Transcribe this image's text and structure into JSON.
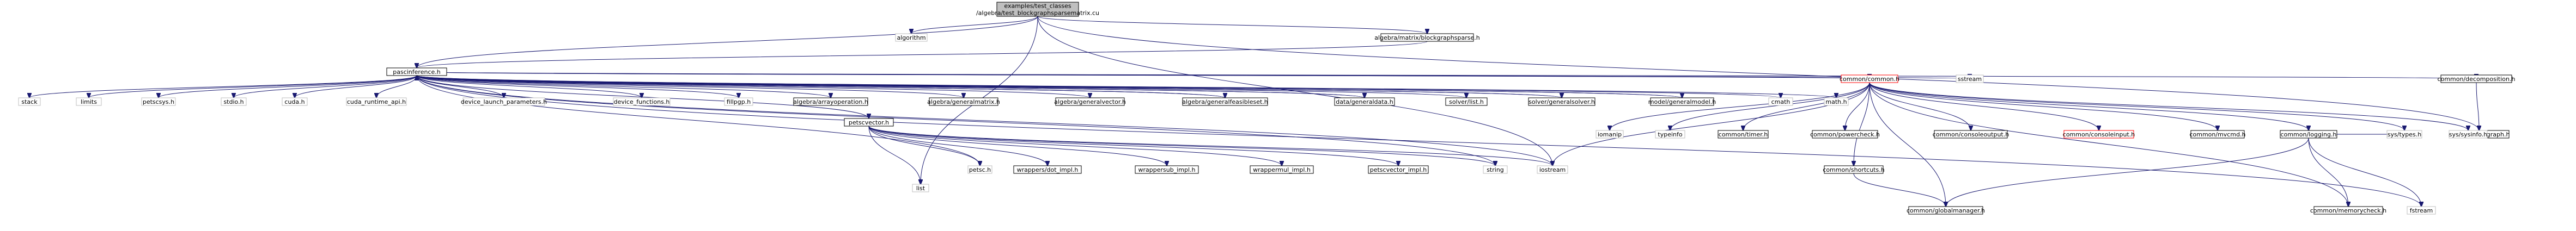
{
  "colors": {
    "edge": "#191970",
    "root_fill": "#bfbfbf",
    "missing_border": "#ff0000",
    "linked_border": "#000000",
    "plain_border": "#bfbfbf"
  },
  "graph": {
    "nodes": [
      {
        "id": "root",
        "lines": [
          "examples/test_classes",
          "/algebra/test_blockgraphsparsematrix.cu"
        ],
        "kind": "root"
      },
      {
        "id": "algorithm",
        "lines": [
          "algorithm"
        ],
        "kind": "plain"
      },
      {
        "id": "blockgraphsparse",
        "lines": [
          "algebra/matrix/blockgraphsparse.h"
        ],
        "kind": "linked"
      },
      {
        "id": "pascinference",
        "lines": [
          "pascinference.h"
        ],
        "kind": "linked"
      },
      {
        "id": "bgmgraph",
        "lines": [
          "algebra/bgmgraph.h"
        ],
        "kind": "linked"
      },
      {
        "id": "stack",
        "lines": [
          "stack"
        ],
        "kind": "plain"
      },
      {
        "id": "limits",
        "lines": [
          "limits"
        ],
        "kind": "plain"
      },
      {
        "id": "petscsys",
        "lines": [
          "petscsys.h"
        ],
        "kind": "plain"
      },
      {
        "id": "stdio",
        "lines": [
          "stdio.h"
        ],
        "kind": "plain"
      },
      {
        "id": "cuda",
        "lines": [
          "cuda.h"
        ],
        "kind": "plain"
      },
      {
        "id": "cuda_runtime_api",
        "lines": [
          "cuda_runtime_api.h"
        ],
        "kind": "plain"
      },
      {
        "id": "device_launch_parameters",
        "lines": [
          "device_launch_parameters.h"
        ],
        "kind": "plain"
      },
      {
        "id": "device_functions",
        "lines": [
          "device_functions.h"
        ],
        "kind": "plain"
      },
      {
        "id": "fillpgp",
        "lines": [
          "fillpgp.h"
        ],
        "kind": "plain"
      },
      {
        "id": "arrayoperation",
        "lines": [
          "algebra/arrayoperation.h"
        ],
        "kind": "linked"
      },
      {
        "id": "generalmatrix",
        "lines": [
          "algebra/generalmatrix.h"
        ],
        "kind": "linked"
      },
      {
        "id": "generalvector",
        "lines": [
          "algebra/generalvector.h"
        ],
        "kind": "linked"
      },
      {
        "id": "generalfeasibleset",
        "lines": [
          "algebra/generalfeasibleset.h"
        ],
        "kind": "linked"
      },
      {
        "id": "generaldata",
        "lines": [
          "data/generaldata.h"
        ],
        "kind": "linked"
      },
      {
        "id": "list_h",
        "lines": [
          "solver/list.h"
        ],
        "kind": "linked"
      },
      {
        "id": "generalsolver",
        "lines": [
          "solver/generalsolver.h"
        ],
        "kind": "linked"
      },
      {
        "id": "generalmodel",
        "lines": [
          "model/generalmodel.h"
        ],
        "kind": "linked"
      },
      {
        "id": "cmath",
        "lines": [
          "cmath"
        ],
        "kind": "plain"
      },
      {
        "id": "math",
        "lines": [
          "math.h"
        ],
        "kind": "plain"
      },
      {
        "id": "common",
        "lines": [
          "common/common.h"
        ],
        "kind": "missing"
      },
      {
        "id": "sstream",
        "lines": [
          "sstream"
        ],
        "kind": "plain"
      },
      {
        "id": "decomposition",
        "lines": [
          "common/decomposition.h"
        ],
        "kind": "linked"
      },
      {
        "id": "petscvector",
        "lines": [
          "petscvector.h"
        ],
        "kind": "linked"
      },
      {
        "id": "list",
        "lines": [
          "list"
        ],
        "kind": "plain"
      },
      {
        "id": "petsc",
        "lines": [
          "petsc.h"
        ],
        "kind": "plain"
      },
      {
        "id": "wrapperdot",
        "lines": [
          "wrappers/dot_impl.h"
        ],
        "kind": "linked"
      },
      {
        "id": "wrappersub",
        "lines": [
          "wrappersub_impl.h"
        ],
        "kind": "linked"
      },
      {
        "id": "wrappermul",
        "lines": [
          "wrappermul_impl.h"
        ],
        "kind": "linked"
      },
      {
        "id": "petscvector_impl",
        "lines": [
          "petscvector_impl.h"
        ],
        "kind": "linked"
      },
      {
        "id": "string",
        "lines": [
          "string"
        ],
        "kind": "plain"
      },
      {
        "id": "iostream",
        "lines": [
          "iostream"
        ],
        "kind": "plain"
      },
      {
        "id": "iomanip",
        "lines": [
          "iomanip"
        ],
        "kind": "plain"
      },
      {
        "id": "typeinfo",
        "lines": [
          "typeinfo"
        ],
        "kind": "plain"
      },
      {
        "id": "timer",
        "lines": [
          "common/timer.h"
        ],
        "kind": "linked"
      },
      {
        "id": "powercheck",
        "lines": [
          "common/powercheck.h"
        ],
        "kind": "linked"
      },
      {
        "id": "shortcuts",
        "lines": [
          "common/shortcuts.h"
        ],
        "kind": "linked"
      },
      {
        "id": "consoleoutput",
        "lines": [
          "common/consoleoutput.h"
        ],
        "kind": "linked"
      },
      {
        "id": "consoleinput",
        "lines": [
          "common/consoleinput.h"
        ],
        "kind": "missing"
      },
      {
        "id": "mvcmd",
        "lines": [
          "common/mvcmd.h"
        ],
        "kind": "linked"
      },
      {
        "id": "logging",
        "lines": [
          "common/logging.h"
        ],
        "kind": "linked"
      },
      {
        "id": "systypes",
        "lines": [
          "sys/types.h"
        ],
        "kind": "plain"
      },
      {
        "id": "sysinfo",
        "lines": [
          "sys/sysinfo.h"
        ],
        "kind": "plain"
      },
      {
        "id": "globalmanager",
        "lines": [
          "common/globalmanager.h"
        ],
        "kind": "linked"
      },
      {
        "id": "memorycheck",
        "lines": [
          "common/memorycheck.h"
        ],
        "kind": "linked"
      },
      {
        "id": "fstream",
        "lines": [
          "fstream"
        ],
        "kind": "plain"
      }
    ],
    "edges": [
      [
        "root",
        "algorithm"
      ],
      [
        "root",
        "blockgraphsparse"
      ],
      [
        "root",
        "pascinference"
      ],
      [
        "root",
        "bgmgraph"
      ],
      [
        "root",
        "list"
      ],
      [
        "root",
        "iostream"
      ],
      [
        "blockgraphsparse",
        "pascinference"
      ],
      [
        "pascinference",
        "stack"
      ],
      [
        "pascinference",
        "limits"
      ],
      [
        "pascinference",
        "petscsys"
      ],
      [
        "pascinference",
        "stdio"
      ],
      [
        "pascinference",
        "cuda"
      ],
      [
        "pascinference",
        "cuda_runtime_api"
      ],
      [
        "pascinference",
        "device_launch_parameters"
      ],
      [
        "pascinference",
        "device_functions"
      ],
      [
        "pascinference",
        "fillpgp"
      ],
      [
        "pascinference",
        "arrayoperation"
      ],
      [
        "pascinference",
        "generalmatrix"
      ],
      [
        "pascinference",
        "generalvector"
      ],
      [
        "pascinference",
        "generalfeasibleset"
      ],
      [
        "pascinference",
        "generaldata"
      ],
      [
        "pascinference",
        "list_h"
      ],
      [
        "pascinference",
        "generalsolver"
      ],
      [
        "pascinference",
        "generalmodel"
      ],
      [
        "pascinference",
        "cmath"
      ],
      [
        "pascinference",
        "math"
      ],
      [
        "pascinference",
        "common"
      ],
      [
        "pascinference",
        "sstream"
      ],
      [
        "pascinference",
        "decomposition"
      ],
      [
        "pascinference",
        "petscvector"
      ],
      [
        "pascinference",
        "petsc"
      ],
      [
        "pascinference",
        "iostream"
      ],
      [
        "pascinference",
        "string"
      ],
      [
        "pascinference",
        "fstream"
      ],
      [
        "generaldata",
        "pascinference"
      ],
      [
        "generalsolver",
        "pascinference"
      ],
      [
        "generalmodel",
        "pascinference"
      ],
      [
        "generalfeasibleset",
        "pascinference"
      ],
      [
        "decomposition",
        "bgmgraph"
      ],
      [
        "petscvector",
        "wrapperdot"
      ],
      [
        "petscvector",
        "wrappersub"
      ],
      [
        "petscvector",
        "wrappermul"
      ],
      [
        "petscvector",
        "petscvector_impl"
      ],
      [
        "petscvector",
        "string"
      ],
      [
        "petscvector",
        "iostream"
      ],
      [
        "petscvector",
        "petsc"
      ],
      [
        "petscvector",
        "list"
      ],
      [
        "common",
        "iomanip"
      ],
      [
        "common",
        "typeinfo"
      ],
      [
        "common",
        "timer"
      ],
      [
        "common",
        "powercheck"
      ],
      [
        "common",
        "shortcuts"
      ],
      [
        "common",
        "consoleoutput"
      ],
      [
        "common",
        "consoleinput"
      ],
      [
        "common",
        "mvcmd"
      ],
      [
        "common",
        "logging"
      ],
      [
        "common",
        "systypes"
      ],
      [
        "common",
        "sysinfo"
      ],
      [
        "common",
        "globalmanager"
      ],
      [
        "common",
        "memorycheck"
      ],
      [
        "common",
        "iostream"
      ],
      [
        "shortcuts",
        "globalmanager"
      ],
      [
        "logging",
        "globalmanager"
      ],
      [
        "logging",
        "memorycheck"
      ],
      [
        "logging",
        "fstream"
      ],
      [
        "logging",
        "systypes"
      ]
    ]
  }
}
